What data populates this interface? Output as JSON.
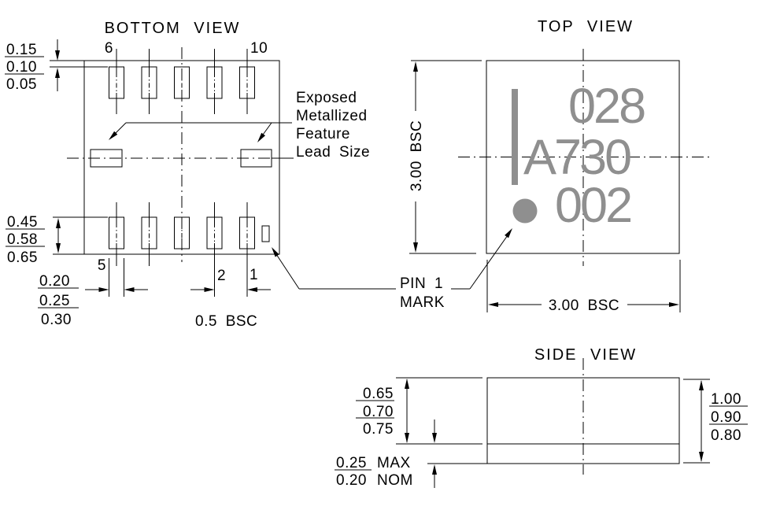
{
  "titles": {
    "bottom_view": "BOTTOM VIEW",
    "top_view": "TOP VIEW",
    "side_view": "SIDE VIEW"
  },
  "bottom_view": {
    "pin_labels": {
      "pin6": "6",
      "pin10": "10",
      "pin5": "5",
      "pin2": "2",
      "pin1": "1"
    },
    "edge_gap_dim": {
      "max": "0.15",
      "nom": "0.10",
      "min": "0.05"
    },
    "lead_length_dim": {
      "min": "0.45",
      "nom": "0.58",
      "max": "0.65"
    },
    "lead_width_dim": {
      "min": "0.20",
      "nom": "0.25",
      "max": "0.30"
    },
    "pitch_dim": "0.5 BSC",
    "exposed_callout": {
      "line1": "Exposed",
      "line2": "Metallized",
      "line3": "Feature",
      "line4": "Lead Size"
    }
  },
  "top_view": {
    "marking": {
      "line1": "028",
      "line2": "A730",
      "line3": "002"
    },
    "height_dim": "3.00 BSC",
    "width_dim": "3.00 BSC",
    "pin1_callout": {
      "line1": "PIN 1",
      "line2": "MARK"
    }
  },
  "side_view": {
    "body_height_dim": {
      "min": "0.65",
      "nom": "0.70",
      "max": "0.75"
    },
    "total_height_dim": {
      "max": "1.00",
      "nom": "0.90",
      "min": "0.80"
    },
    "standoff_dim": {
      "max_value": "0.25",
      "max_label": "MAX",
      "nom_value": "0.20",
      "nom_label": "NOM"
    }
  },
  "colors": {
    "line_color": "#000000",
    "marking_color": "#8f8f8f",
    "background": "#ffffff"
  }
}
